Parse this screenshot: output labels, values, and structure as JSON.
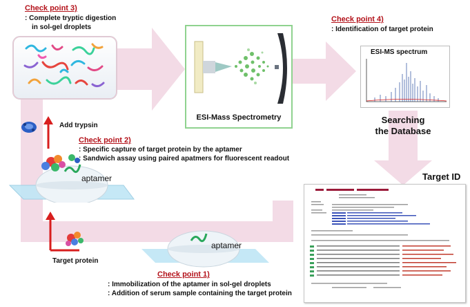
{
  "checkpoints": {
    "cp3": {
      "title": "Check point 3)",
      "lines": [
        ": Complete tryptic digestion",
        "in sol-gel droplets"
      ]
    },
    "cp4": {
      "title": "Check point 4)",
      "lines": [
        ": Identification of target protein"
      ]
    },
    "cp2": {
      "title": "Check point 2)",
      "lines": [
        ": Specific capture of target protein by the aptamer",
        ": Sandwich assay using paired apatmers for fluorescent readout"
      ]
    },
    "cp1": {
      "title": "Check point 1)",
      "lines": [
        ": Immobilization of the aptamer in sol-gel droplets",
        ": Addition of serum sample containing the target protein"
      ]
    }
  },
  "labels": {
    "esi_ms": "ESI-Mass Spectrometry",
    "spectrum": "ESI-MS spectrum",
    "searching": [
      "Searching",
      "the Database"
    ],
    "target_id": "Target ID",
    "add_trypsin": "Add trypsin",
    "aptamer_top": "aptamer",
    "aptamer_bottom": "aptamer",
    "target_protein": "Target protein"
  },
  "colors": {
    "flow_arrow": "#f3dbe6",
    "cp_title": "#b3121a",
    "red_arrow": "#d81e1e",
    "esi_border": "#8fd28f"
  }
}
